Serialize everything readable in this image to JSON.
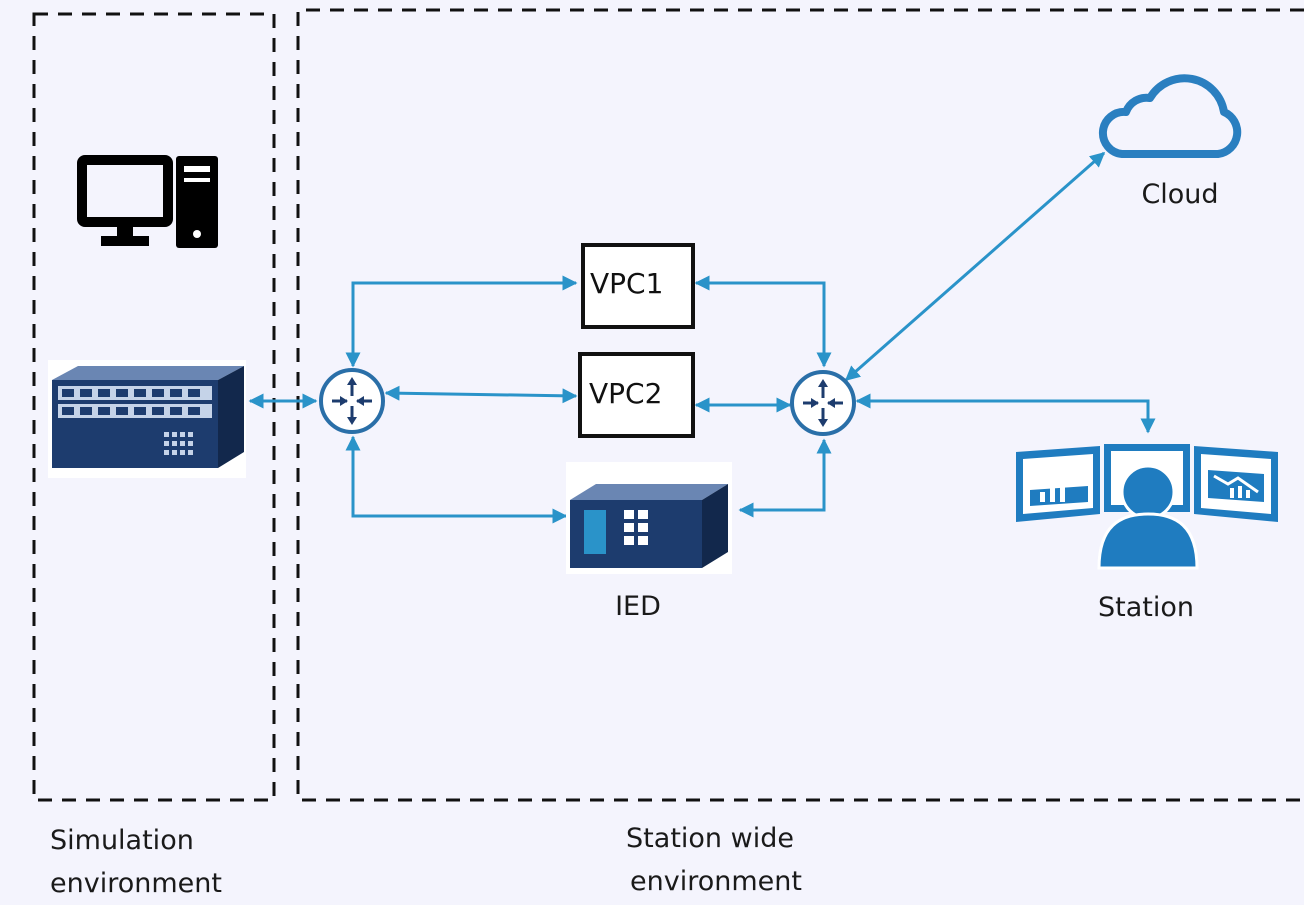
{
  "regions": {
    "simulation": {
      "line1": "Simulation",
      "line2": "environment"
    },
    "station_wide": {
      "line1": "Station wide",
      "line2": "environment"
    }
  },
  "nodes": {
    "vpc1": "VPC1",
    "vpc2": "VPC2",
    "ied": "IED",
    "cloud": "Cloud",
    "station": "Station"
  },
  "colors": {
    "link": "#2a93c9",
    "device": "#1d3c6e",
    "station_blue": "#1f7cc0",
    "border": "#111111"
  },
  "icons": [
    "computer-icon",
    "simulator-rack-icon",
    "router-icon",
    "ied-device-icon",
    "cloud-icon",
    "station-operator-icon"
  ]
}
